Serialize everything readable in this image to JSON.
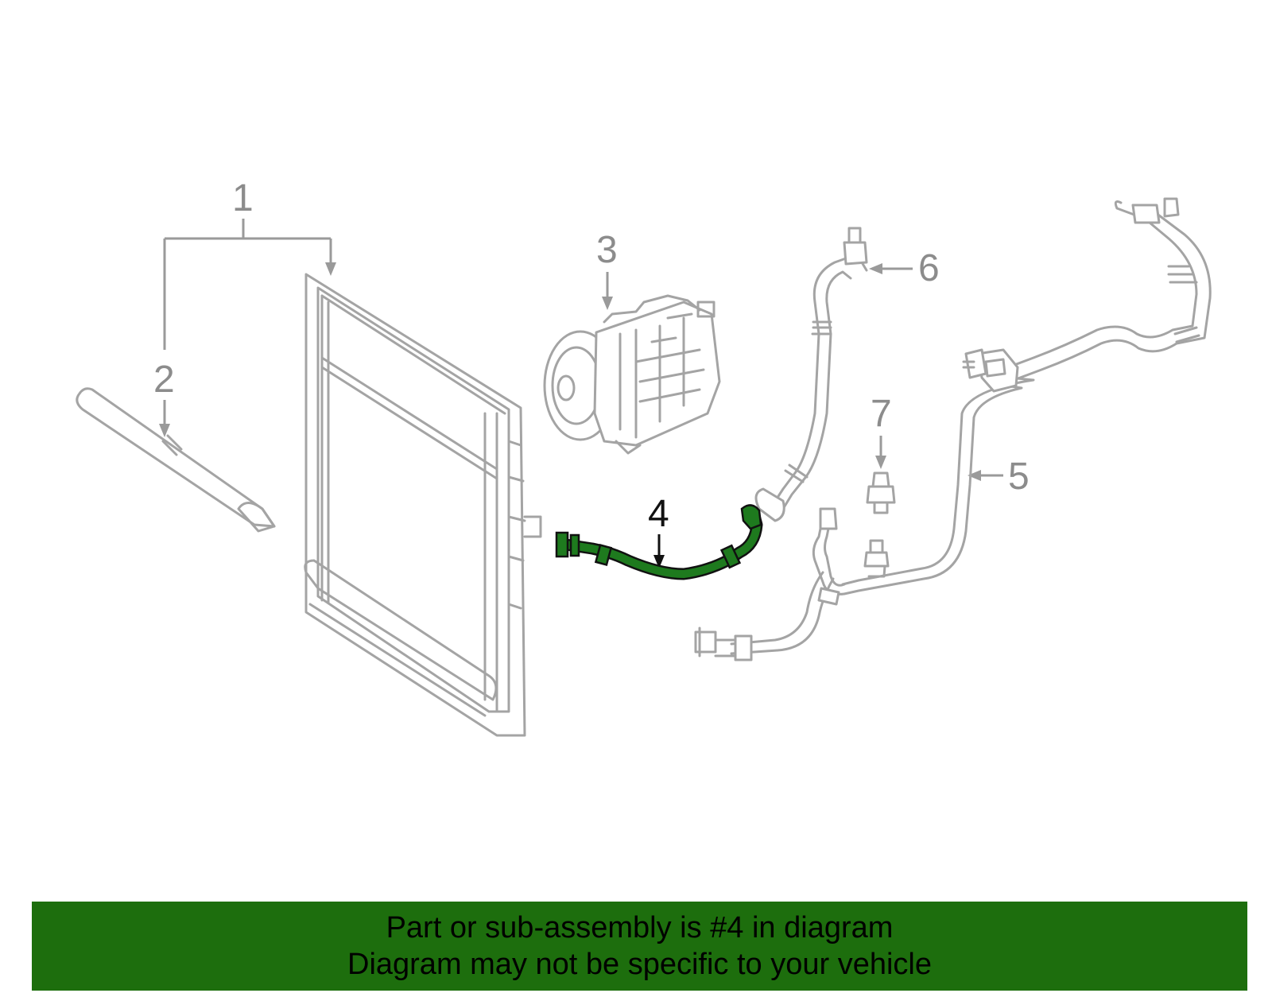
{
  "diagram": {
    "highlight_color": "#1e7a1e",
    "callouts": {
      "c1": "1",
      "c2": "2",
      "c3": "3",
      "c4": "4",
      "c5": "5",
      "c6": "6",
      "c7": "7"
    },
    "highlighted_part": "4"
  },
  "banner": {
    "color": "#1d6e0d",
    "line1": "Part or sub-assembly is #4 in diagram",
    "line2": "Diagram may not be specific to your vehicle"
  }
}
